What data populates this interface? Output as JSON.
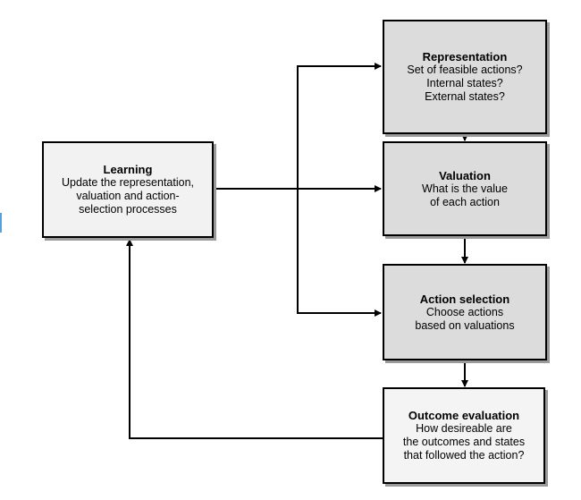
{
  "boxes": {
    "representation": {
      "title": "Representation",
      "lines": [
        "Set of feasible actions?",
        "Internal states?",
        "External states?"
      ]
    },
    "valuation": {
      "title": "Valuation",
      "lines": [
        "What is the value",
        "of each action"
      ]
    },
    "action_selection": {
      "title": "Action selection",
      "lines": [
        "Choose actions",
        "based on valuations"
      ]
    },
    "outcome_evaluation": {
      "title": "Outcome evaluation",
      "lines": [
        "How desireable are",
        "the outcomes and states",
        "that followed the action?"
      ]
    },
    "learning": {
      "title": "Learning",
      "lines": [
        "Update the representation,",
        "valuation and action-",
        "selection processes"
      ]
    }
  }
}
